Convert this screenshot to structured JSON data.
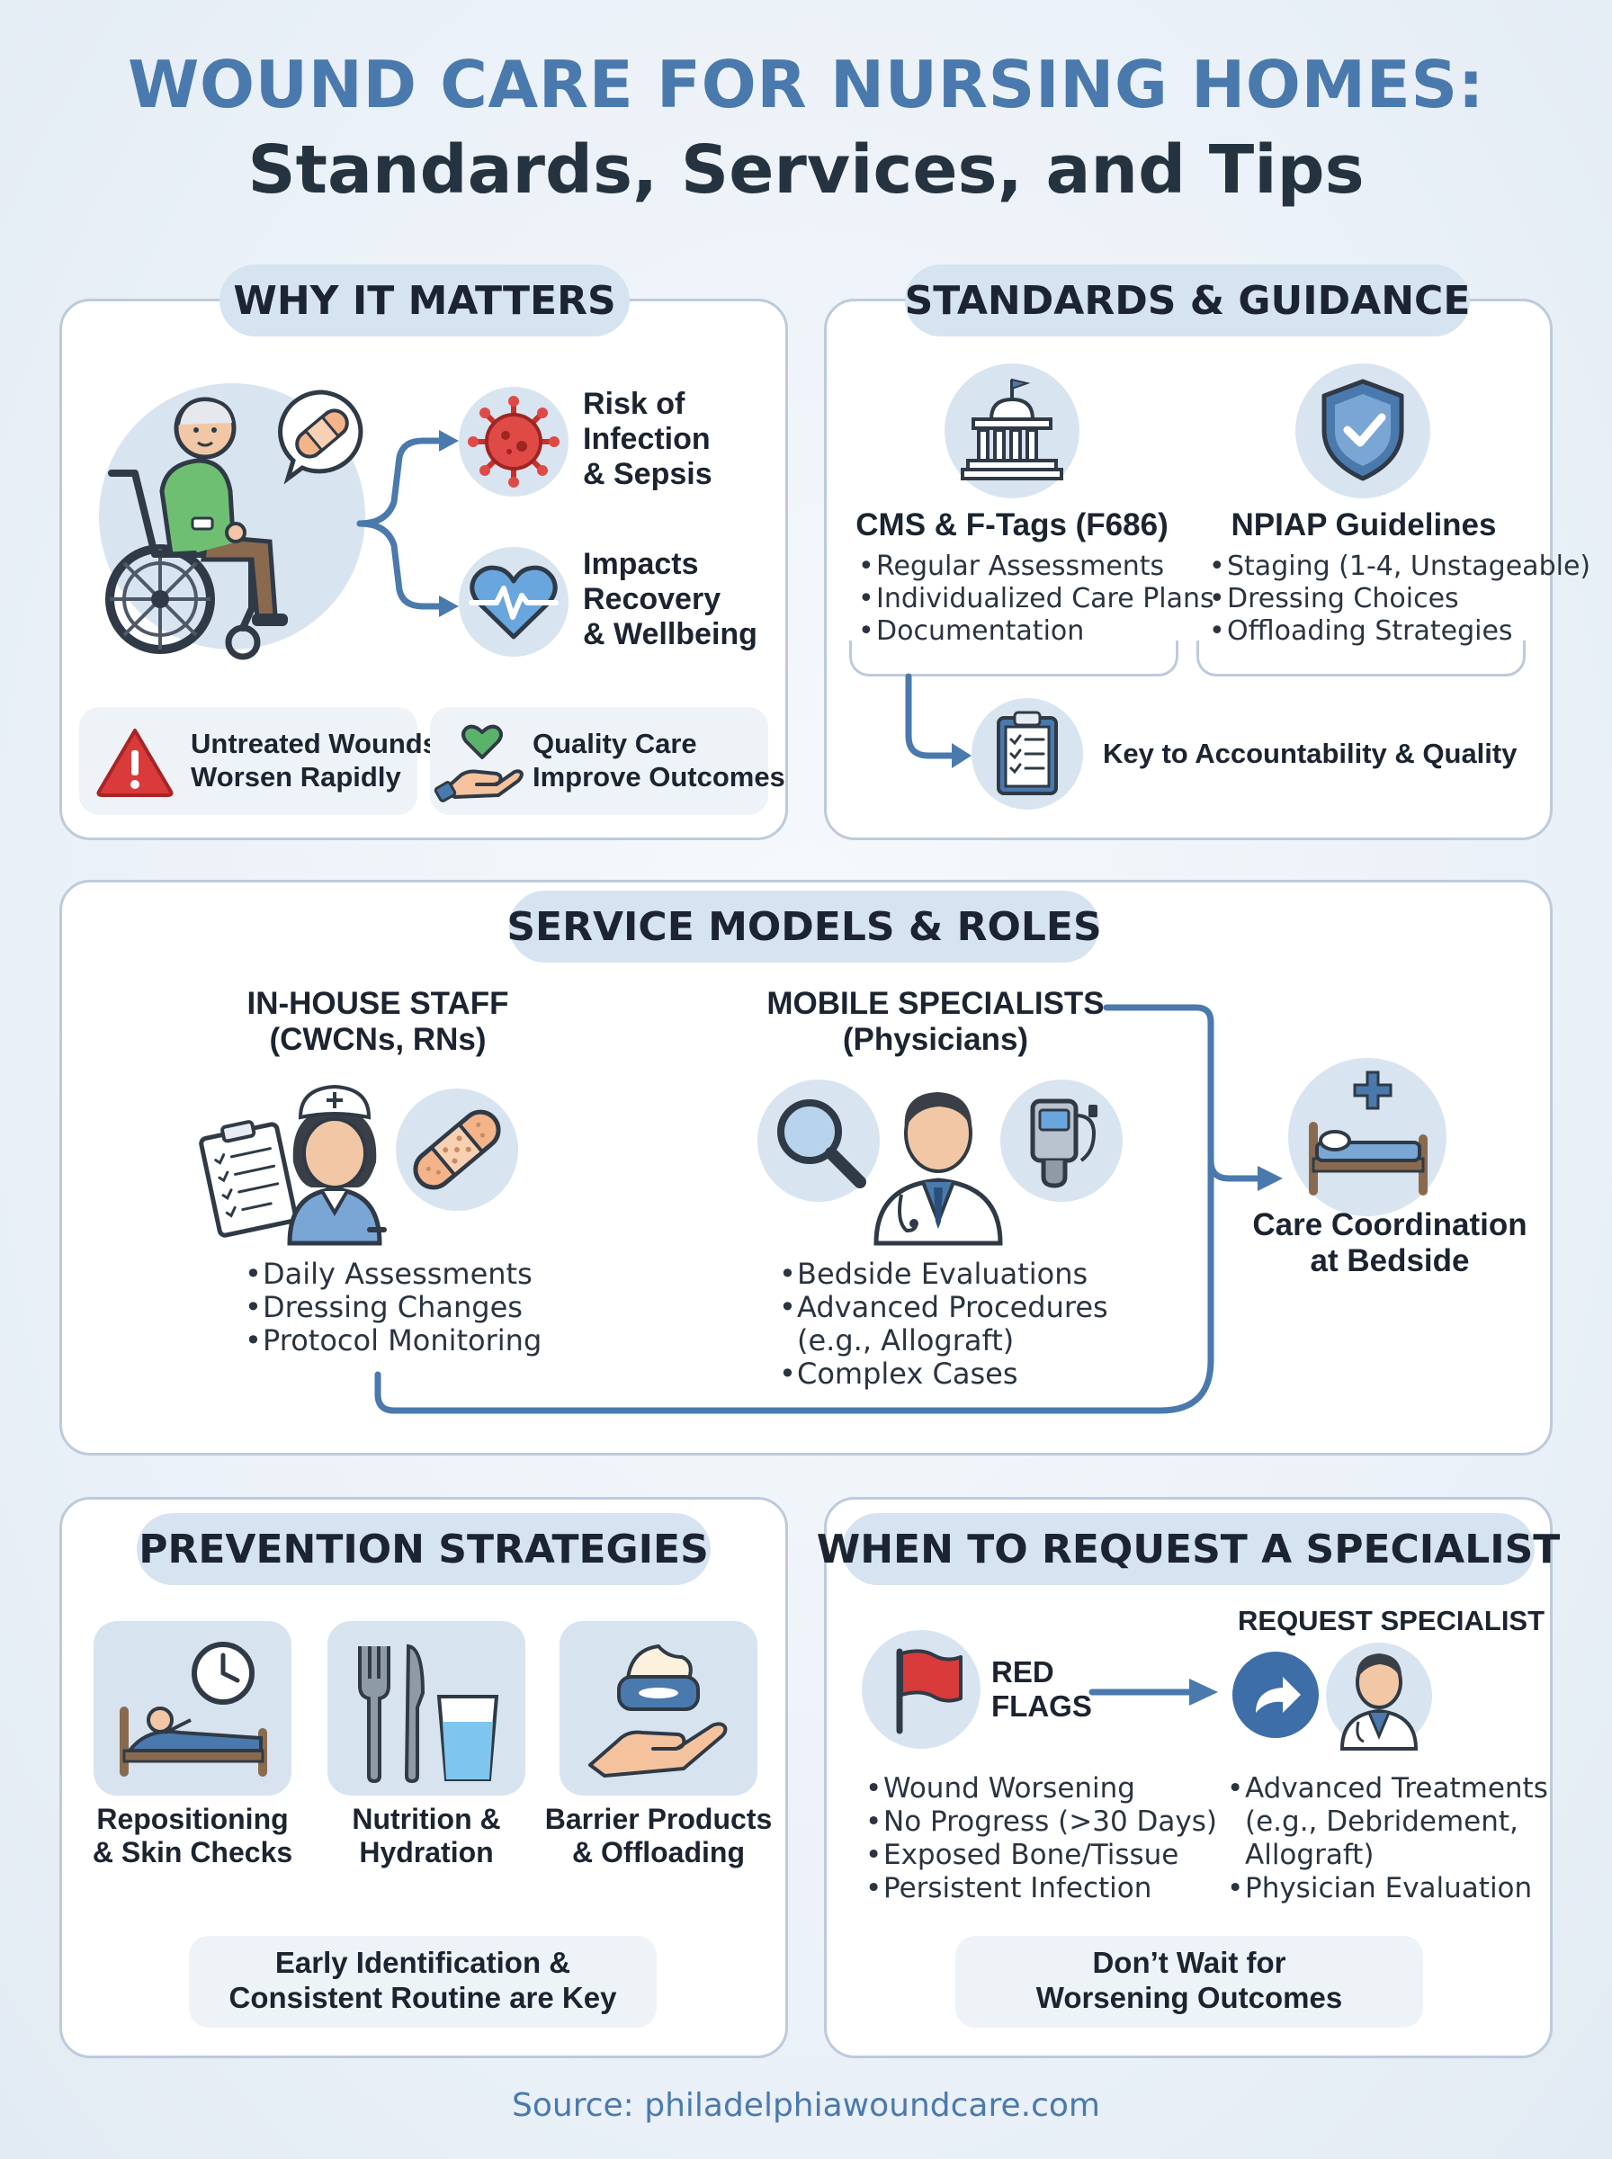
{
  "header": {
    "title": "WOUND CARE FOR NURSING HOMES:",
    "subtitle": "Standards, Services, and Tips"
  },
  "why": {
    "heading": "WHY IT MATTERS",
    "risk_label_1": "Risk of",
    "risk_label_2": "Infection",
    "risk_label_3": "& Sepsis",
    "impact_label_1": "Impacts",
    "impact_label_2": "Recovery",
    "impact_label_3": "& Wellbeing",
    "box_untreated_1": "Untreated Wounds",
    "box_untreated_2": "Worsen Rapidly",
    "box_quality_1": "Quality Care",
    "box_quality_2": "Improve Outcomes"
  },
  "standards": {
    "heading": "STANDARDS & GUIDANCE",
    "cms_title": "CMS & F-Tags (F686)",
    "cms_items": [
      "Regular Assessments",
      "Individualized Care Plans",
      "Documentation"
    ],
    "npiap_title": "NPIAP Guidelines",
    "npiap_items": [
      "Staging (1-4, Unstageable)",
      "Dressing Choices",
      "Offloading Strategies"
    ],
    "key_label": "Key to Accountability & Quality"
  },
  "services": {
    "heading": "SERVICE MODELS & ROLES",
    "inhouse_title_1": "IN-HOUSE STAFF",
    "inhouse_title_2": "(CWCNs, RNs)",
    "inhouse_items": [
      "Daily Assessments",
      "Dressing Changes",
      "Protocol Monitoring"
    ],
    "mobile_title_1": "MOBILE SPECIALISTS",
    "mobile_title_2": "(Physicians)",
    "mobile_item_1": "Bedside Evaluations",
    "mobile_item_2": "Advanced Procedures",
    "mobile_item_2b": "(e.g., Allograft)",
    "mobile_item_3": "Complex Cases",
    "coord_1": "Care Coordination",
    "coord_2": "at Bedside"
  },
  "prevention": {
    "heading": "PREVENTION STRATEGIES",
    "tile1_1": "Repositioning",
    "tile1_2": "& Skin Checks",
    "tile2_1": "Nutrition &",
    "tile2_2": "Hydration",
    "tile3_1": "Barrier Products",
    "tile3_2": "& Offloading",
    "note_1": "Early Identification &",
    "note_2": "Consistent Routine are Key"
  },
  "specialist": {
    "heading": "WHEN TO REQUEST A SPECIALIST",
    "request_label": "REQUEST SPECIALIST",
    "red_1": "RED",
    "red_2": "FLAGS",
    "flag_items": [
      "Wound Worsening",
      "No Progress (>30 Days)",
      "Exposed Bone/Tissue",
      "Persistent Infection"
    ],
    "treat_item_1": "Advanced Treatments",
    "treat_item_1b": "(e.g., Debridement,",
    "treat_item_1c": "Allograft)",
    "treat_item_2": "Physician Evaluation",
    "note_1": "Don’t Wait for",
    "note_2": "Worsening Outcomes"
  },
  "footer": {
    "source": "Source: philadelphiawoundcare.com"
  },
  "colors": {
    "accent": "#4a79ad",
    "panel_border": "#bccbdc",
    "pill_bg": "#d6e3f0",
    "warning_red": "#d93a3a",
    "heart_green": "#5bb36b"
  }
}
